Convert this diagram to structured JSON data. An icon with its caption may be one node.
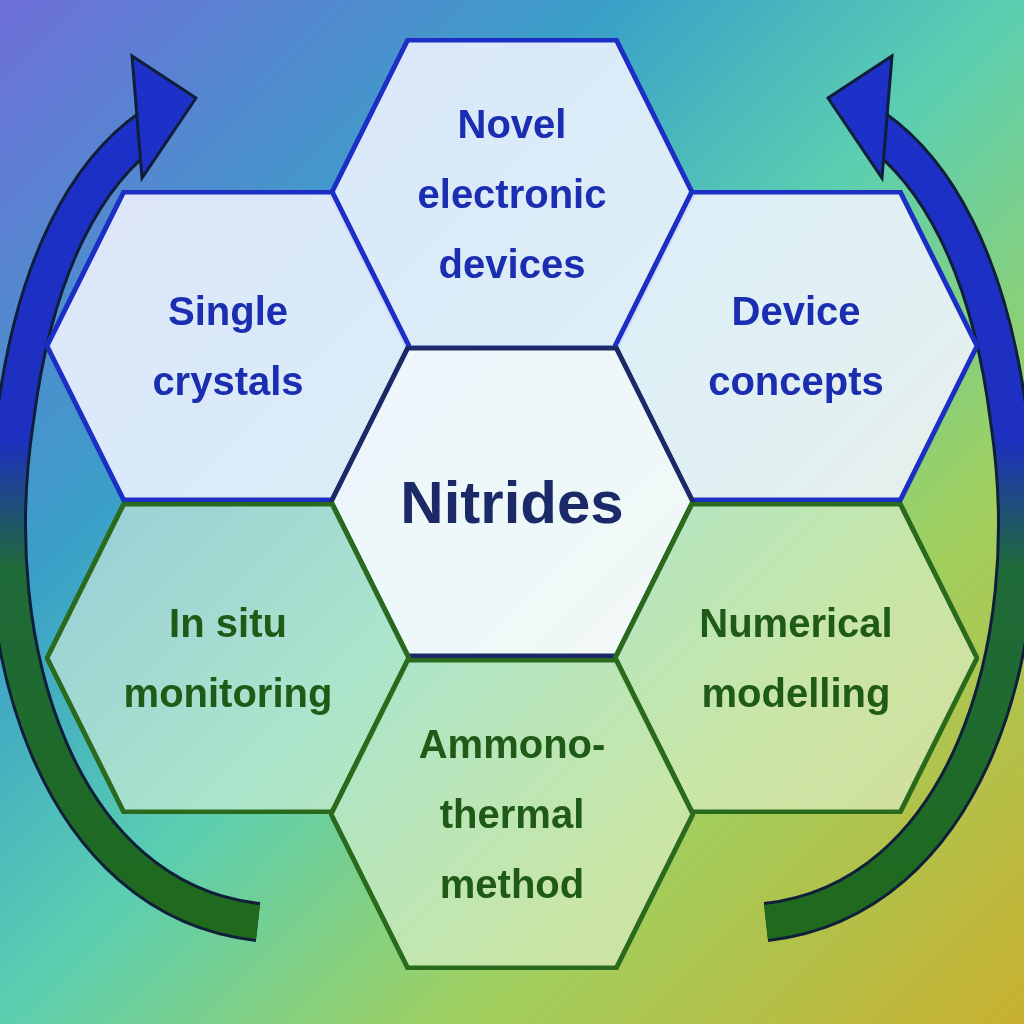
{
  "diagram": {
    "nodes": [
      {
        "text": [
          "Novel electronic devices"
        ]
      },
      {
        "text": [
          "Single crystals"
        ]
      },
      {
        "text": [
          "Device concepts"
        ]
      },
      {
        "text": [
          "Nitrides"
        ]
      },
      {
        "text": [
          "In situ monitoring"
        ]
      },
      {
        "text": [
          "Numerical modelling"
        ]
      },
      {
        "text": [
          "Ammono-thermal method"
        ]
      }
    ]
  }
}
